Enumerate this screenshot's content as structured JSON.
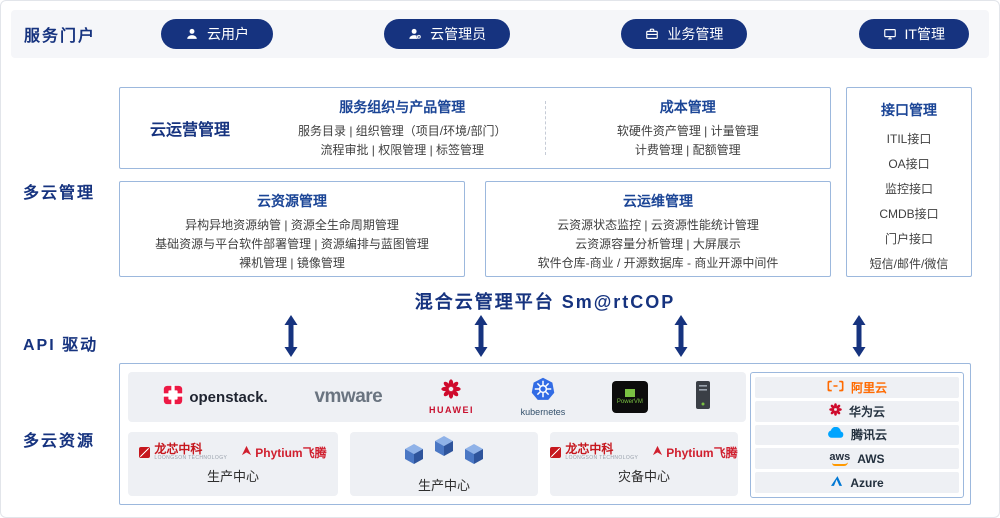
{
  "portal": {
    "label": "服务门户",
    "items": [
      {
        "label": "云用户"
      },
      {
        "label": "云管理员"
      },
      {
        "label": "业务管理"
      },
      {
        "label": "IT管理"
      }
    ]
  },
  "management": {
    "label": "多云管理",
    "platform_title": "混合云管理平台 Sm@rtCOP",
    "operation": {
      "title": "云运营管理",
      "service_org": {
        "title": "服务组织与产品管理",
        "line1": "服务目录 | 组织管理（项目/环境/部门）",
        "line2": "流程审批 | 权限管理 | 标签管理"
      },
      "cost": {
        "title": "成本管理",
        "line1": "软硬件资产管理 | 计量管理",
        "line2": "计费管理 | 配额管理"
      }
    },
    "resource_mgmt": {
      "title": "云资源管理",
      "line1": "异构异地资源纳管 | 资源全生命周期管理",
      "line2": "基础资源与平台软件部署管理 | 资源编排与蓝图管理",
      "line3": "裸机管理 | 镜像管理"
    },
    "ops_mgmt": {
      "title": "云运维管理",
      "line1": "云资源状态监控 | 云资源性能统计管理",
      "line2": "云资源容量分析管理 | 大屏展示",
      "line3": "软件仓库-商业 / 开源数据库 - 商业开源中间件"
    },
    "interface_mgmt": {
      "title": "接口管理",
      "items": [
        "ITIL接口",
        "OA接口",
        "监控接口",
        "CMDB接口",
        "门户接口",
        "短信/邮件/微信"
      ]
    }
  },
  "api_band": {
    "label": "API 驱动"
  },
  "resources": {
    "label": "多云资源",
    "tech": {
      "openstack": "openstack.",
      "vmware": "vmware",
      "huawei": "HUAWEI",
      "kubernetes": "kubernetes",
      "powervm": "PowerVM"
    },
    "datacenters": [
      {
        "vendor1": "龙芯中科",
        "vendor1_sub": "LOONGSON TECHNOLOGY",
        "vendor2": "Phytium飞腾",
        "name": "生产中心"
      },
      {
        "name": "生产中心"
      },
      {
        "vendor1": "龙芯中科",
        "vendor1_sub": "LOONGSON TECHNOLOGY",
        "vendor2": "Phytium飞腾",
        "name": "灾备中心"
      }
    ],
    "clouds": [
      {
        "name": "阿里云"
      },
      {
        "name": "华为云"
      },
      {
        "name": "腾讯云"
      },
      {
        "logo_text": "aws",
        "name": "AWS"
      },
      {
        "name": "Azure"
      }
    ]
  },
  "colors": {
    "accent_navy": "#16337f",
    "box_border": "#9cb8dd",
    "alibaba_orange": "#ff6a00",
    "huawei_red": "#cf0a2c",
    "tencent_blue": "#00a4ff",
    "azure_blue": "#0078d4",
    "aws_orange": "#ff9900",
    "kubernetes_blue": "#326ce5",
    "openstack_red": "#ed1944",
    "loongson_red": "#c6171e",
    "phytium_red": "#d01f2e"
  }
}
